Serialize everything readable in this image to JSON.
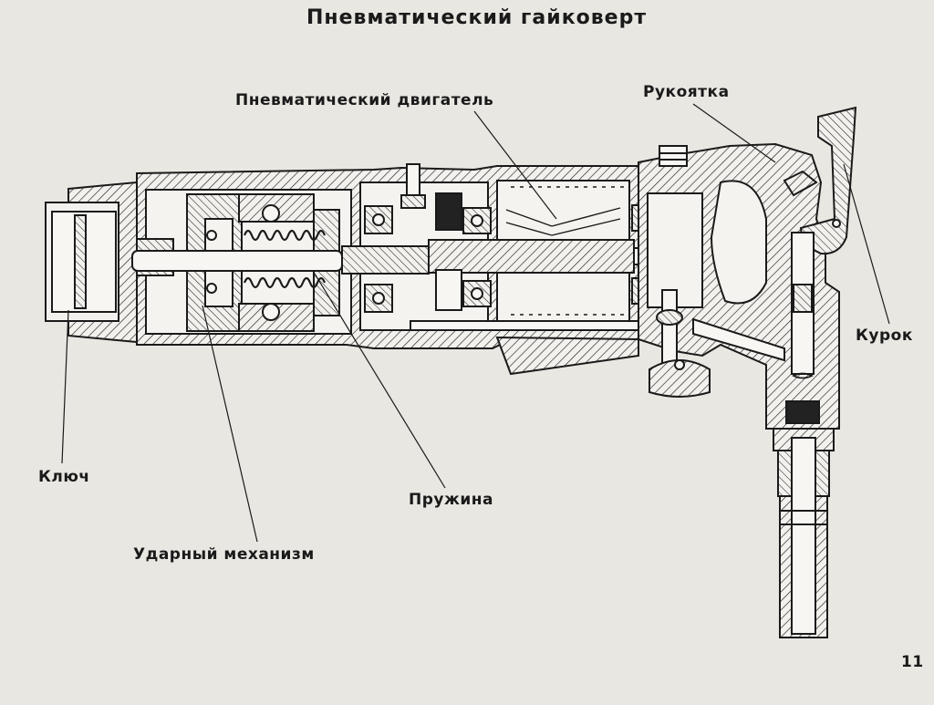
{
  "title": "Пневматический гайковерт",
  "labels": {
    "motor": "Пневматический двигатель",
    "handle": "Рукоятка",
    "trigger": "Курок",
    "key": "Ключ",
    "spring": "Пружина",
    "impact": "Ударный механизм"
  },
  "page_number": "11",
  "colors": {
    "paper": "#e9e7e2",
    "ink": "#1a1a1a",
    "metal_fill": "#f2f1ed"
  }
}
